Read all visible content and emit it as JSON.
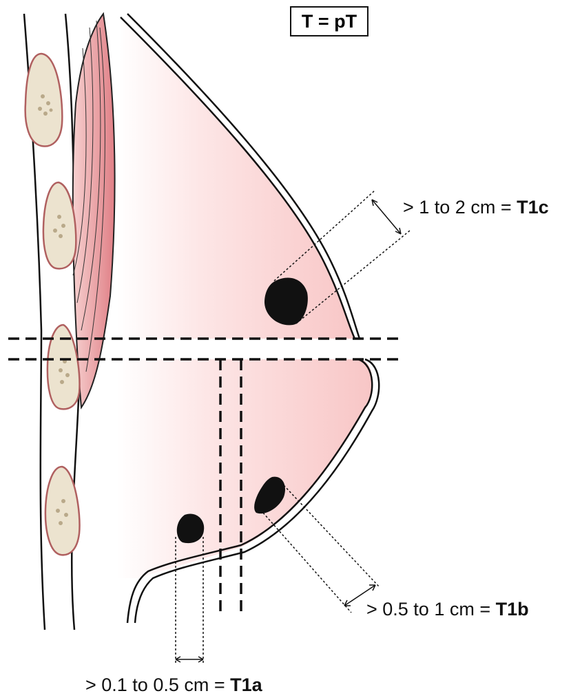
{
  "title": "T = pT",
  "labels": {
    "t1c": {
      "range": "> 1 to 2 cm =",
      "stage": "T1c"
    },
    "t1b": {
      "range": "> 0.5 to 1 cm =",
      "stage": "T1b"
    },
    "t1a": {
      "range": "> 0.1 to 0.5 cm =",
      "stage": "T1a"
    }
  },
  "colors": {
    "tissue": "#f8c9c9",
    "muscle": "#e48a90",
    "bone": "#ece3cf",
    "bone_outline": "#b06060",
    "tumor": "#111111"
  }
}
